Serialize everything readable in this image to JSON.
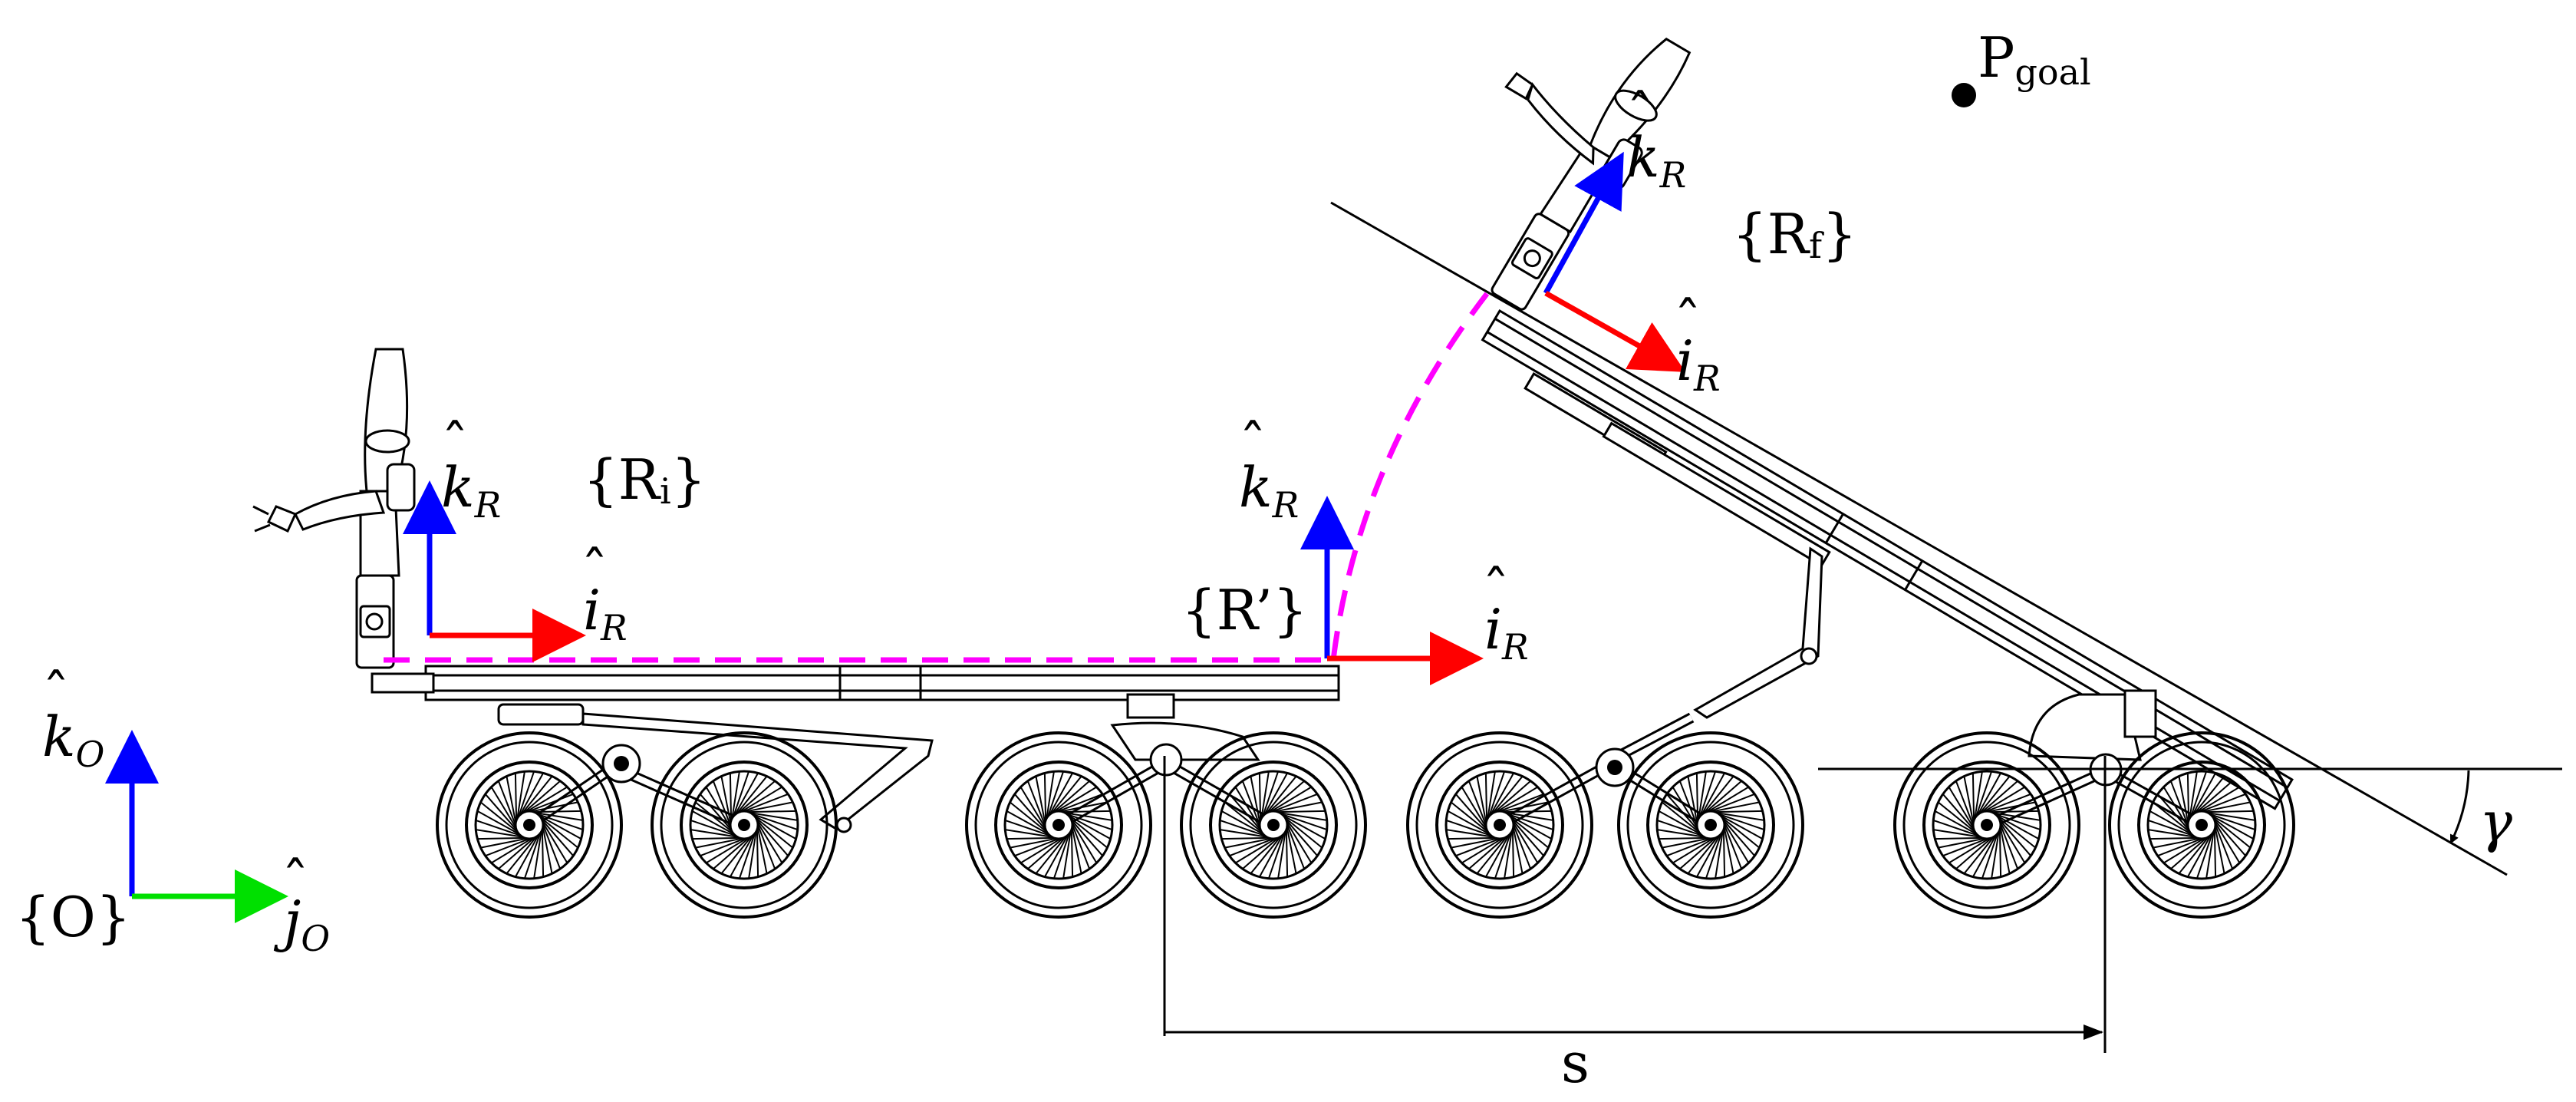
{
  "colors": {
    "k_axis": "#0000ff",
    "i_axis": "#ff0000",
    "j_axis": "#00e000",
    "trajectory": "#ff00ff",
    "ink": "#000000"
  },
  "goal": {
    "letter": "P",
    "sub": "goal"
  },
  "frames": {
    "origin": {
      "name": "{O}",
      "k_letter": "k",
      "k_sub": "O",
      "j_letter": "j",
      "j_sub": "O"
    },
    "initial": {
      "open": "{R",
      "sub": "i",
      "close": "}",
      "k_letter": "k",
      "k_sub": "R",
      "i_letter": "i",
      "i_sub": "R"
    },
    "intermediate": {
      "name": "{R’}",
      "k_letter": "k",
      "k_sub": "R",
      "i_letter": "i",
      "i_sub": "R"
    },
    "final": {
      "open": "{R",
      "sub": "f",
      "close": "}",
      "k_letter": "k",
      "k_sub": "R",
      "i_letter": "i",
      "i_sub": "R"
    }
  },
  "displacement_label": "s",
  "angle_label": "γ"
}
